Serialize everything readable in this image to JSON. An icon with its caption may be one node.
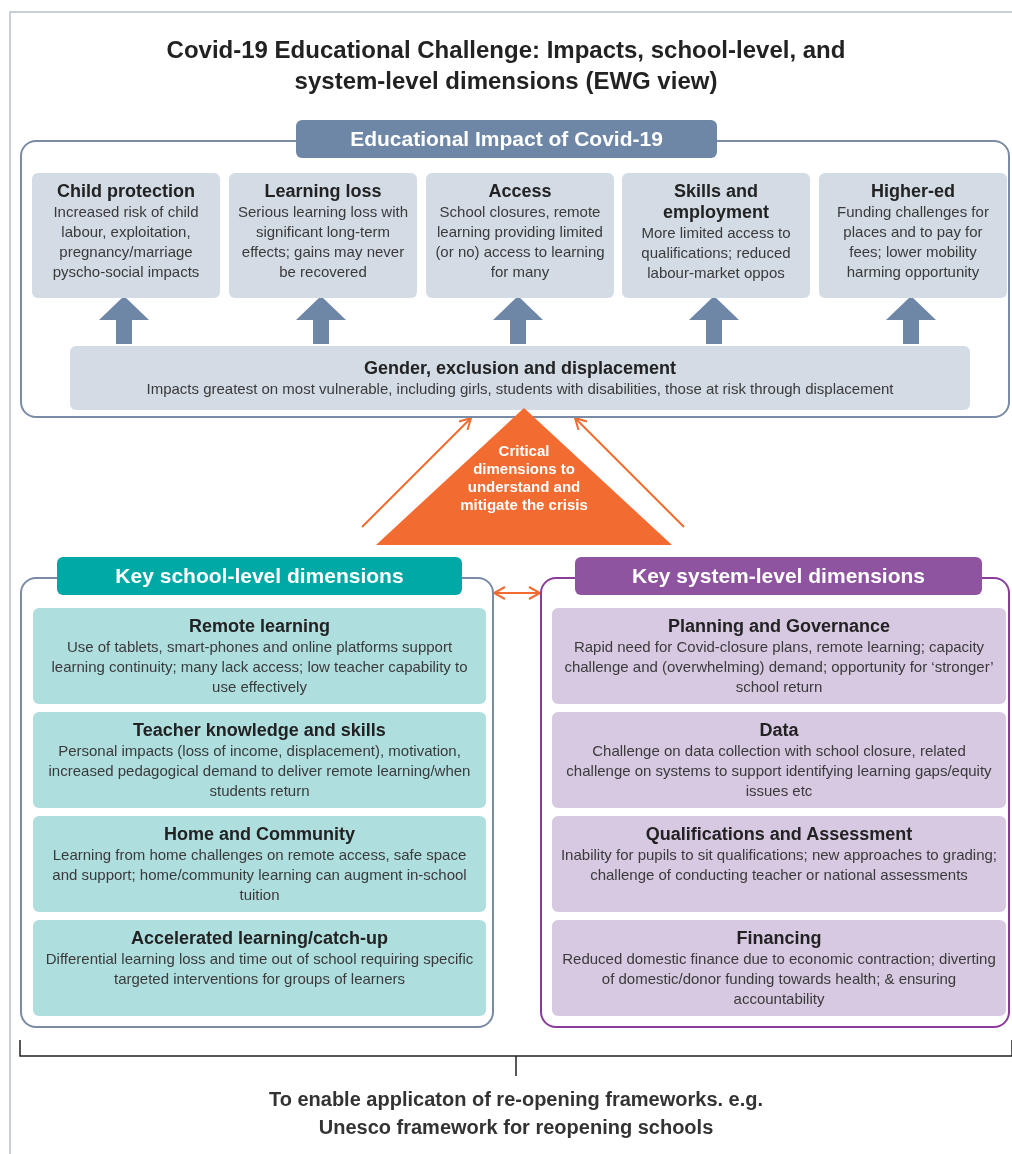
{
  "diagram": {
    "title": "Covid-19 Educational Challenge: Impacts, school-level, and system-level dimensions (EWG view)",
    "nodes": [
      {
        "text": [
          "Educational Impact of Covid-19"
        ]
      },
      {
        "text": [
          "Child protection",
          "Increased risk of child labour, exploitation, pregnancy/marriage pyscho-social impacts"
        ],
        "in": 0
      },
      {
        "text": [
          "Learning loss",
          "Serious learning loss with significant long-term effects; gains may never be recovered"
        ],
        "in": 0
      },
      {
        "text": [
          "Access",
          "School closures, remote learning providing limited (or no) access to learning for many"
        ],
        "in": 0
      },
      {
        "text": [
          "Skills and employment",
          "More limited access to qualifications; reduced labour-market oppos"
        ],
        "in": 0
      },
      {
        "text": [
          "Higher-ed",
          "Funding challenges for places and to pay for fees; lower mobility harming opportunity"
        ],
        "in": 0
      },
      {
        "text": [
          "Gender, exclusion and displacement",
          "Impacts greatest on most vulnerable, including girls, students with disabilities, those at risk through displacement"
        ],
        "in": 0
      },
      {
        "text": [
          "Critical dimensions to understand and mitigate the crisis"
        ]
      },
      {
        "text": [
          "Key school-level dimensions"
        ]
      },
      {
        "text": [
          "Remote learning",
          "Use of tablets, smart-phones and online platforms support learning continuity; many lack access; low teacher capability to use effectively"
        ],
        "in": 8
      },
      {
        "text": [
          "Teacher knowledge and skills",
          "Personal impacts (loss of income, displacement), motivation, increased pedagogical demand to deliver remote learning/when students return"
        ],
        "in": 8
      },
      {
        "text": [
          "Home and Community",
          "Learning from home challenges on remote access, safe space and support; home/community learning can augment in-school tuition"
        ],
        "in": 8
      },
      {
        "text": [
          "Accelerated learning/catch-up",
          "Differential learning loss and time out of school requiring specific targeted interventions for groups of learners"
        ],
        "in": 8
      },
      {
        "text": [
          "Key system-level dimensions"
        ]
      },
      {
        "text": [
          "Planning and Governance",
          "Rapid need for Covid-closure plans, remote learning; capacity challenge and (overwhelming) demand; opportunity for ‘stronger’ school return"
        ],
        "in": 13
      },
      {
        "text": [
          "Data",
          "Challenge on data collection with school closure, related challenge on systems to support identifying learning gaps/equity issues etc"
        ],
        "in": 13
      },
      {
        "text": [
          "Qualifications and Assessment",
          "Inability for pupils to sit qualifications; new approaches to grading; challenge of conducting teacher or national assessments"
        ],
        "in": 13
      },
      {
        "text": [
          "Financing",
          "Reduced domestic finance due to economic contraction; diverting of domestic/donor funding towards health; & ensuring accountability"
        ],
        "in": 13
      }
    ],
    "edges": [
      {
        "from": 6,
        "to": 1,
        "arrow": "to"
      },
      {
        "from": 6,
        "to": 2,
        "arrow": "to"
      },
      {
        "from": 6,
        "to": 3,
        "arrow": "to"
      },
      {
        "from": 6,
        "to": 4,
        "arrow": "to"
      },
      {
        "from": 6,
        "to": 5,
        "arrow": "to"
      },
      {
        "from": null,
        "to": 0,
        "arrow": "to",
        "color": "#f26b30"
      },
      {
        "from": null,
        "to": 0,
        "arrow": "to",
        "color": "#f26b30"
      },
      {
        "from": 8,
        "to": 13,
        "arrow": "both",
        "color": "#f26b30"
      }
    ],
    "labels": [
      "To enable applicaton of re-opening frameworks. e.g. Unesco framework for reopening schools"
    ]
  }
}
